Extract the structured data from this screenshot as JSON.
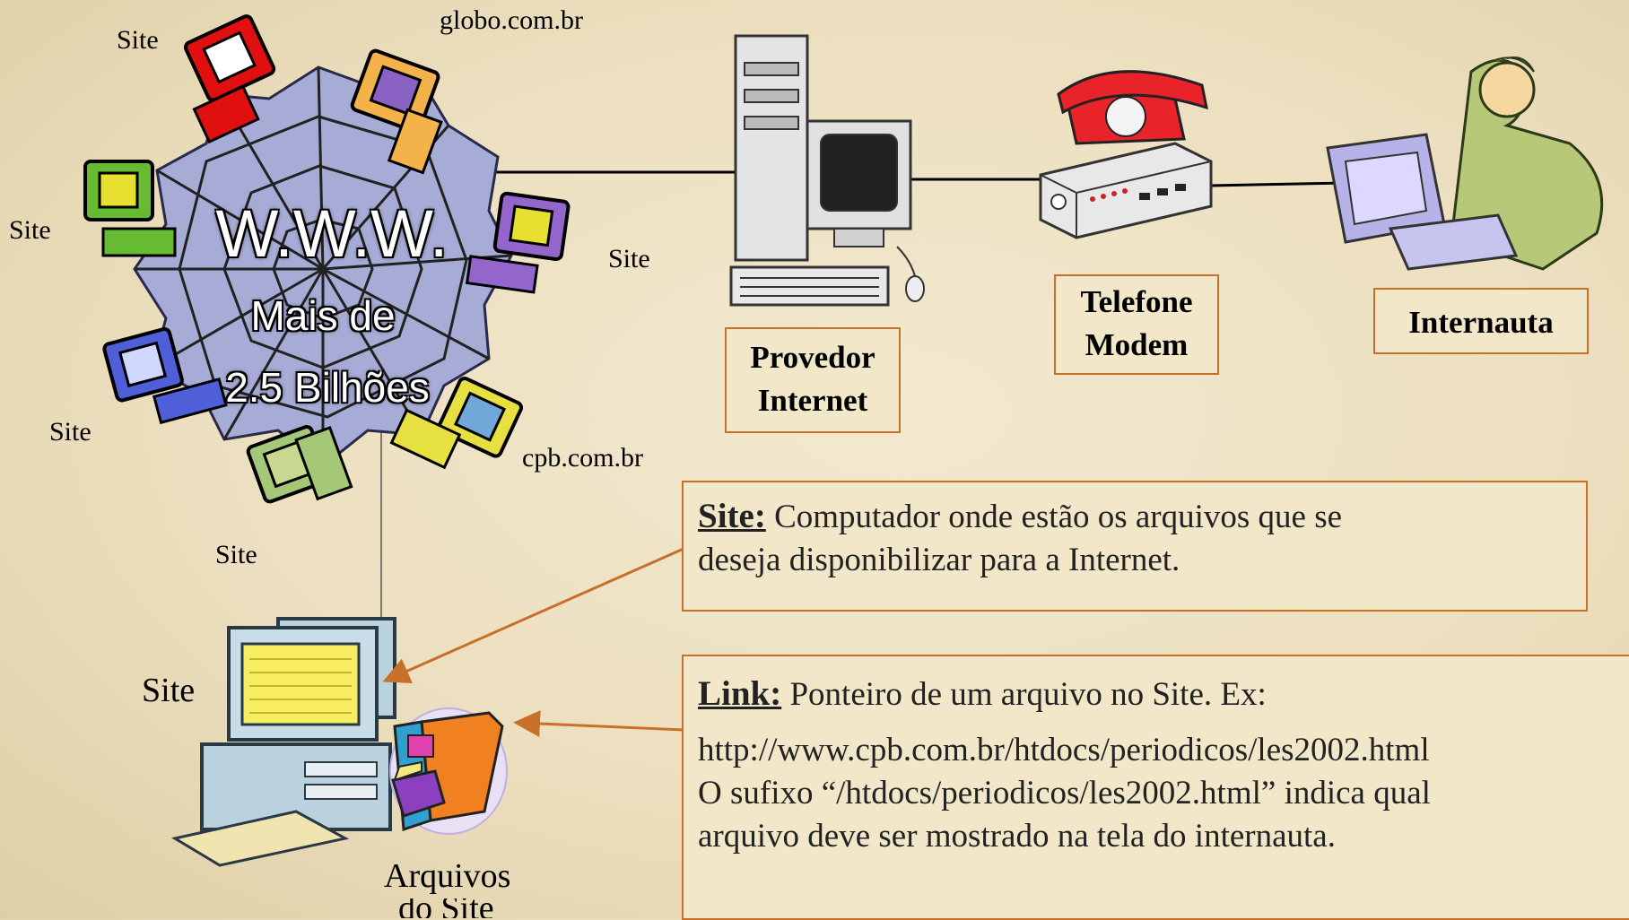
{
  "web": {
    "title": "W.W.W.",
    "count_line1": "Mais de",
    "count_line2": "2.5 Bilhões"
  },
  "site_labels": {
    "top_left": "Site",
    "globo": "globo.com.br",
    "left": "Site",
    "right": "Site",
    "bottom_left": "Site",
    "cpb": "cpb.com.br",
    "bottom": "Site"
  },
  "nodes": {
    "provedor": [
      "Provedor",
      "Internet"
    ],
    "telefone": [
      "Telefone",
      "Modem"
    ],
    "internauta": "Internauta"
  },
  "site_pc": {
    "label": "Site",
    "files_label_1": "Arquivos",
    "files_label_2": "do Site"
  },
  "callout_site": {
    "term": "Site:",
    "text1": " Computador onde estão os arquivos que se",
    "text2": "deseja disponibilizar para a Internet."
  },
  "callout_link": {
    "term": "Link:",
    "text1": " Ponteiro de um arquivo no Site. Ex:",
    "url": "http://www.cpb.com.br/htdocs/periodicos/les2002.html",
    "text2": "O sufixo “/htdocs/periodicos/les2002.html” indica qual",
    "text3": "arquivo deve ser mostrado na tela do internauta."
  },
  "colors": {
    "background": "#ecdfbf",
    "box_border": "#c7702a",
    "arrow": "#c7702a",
    "web": "#9aa0cc"
  }
}
